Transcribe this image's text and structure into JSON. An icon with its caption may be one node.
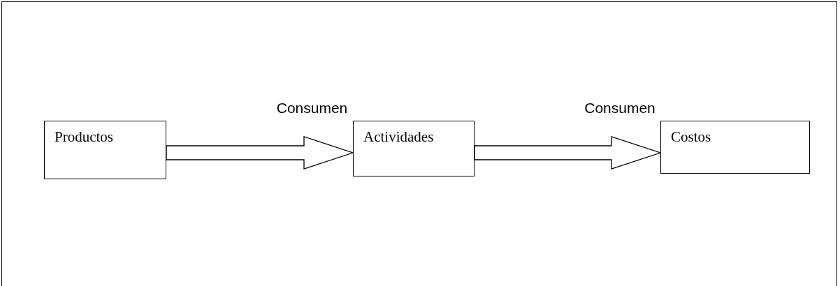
{
  "diagram": {
    "nodes": [
      {
        "text": [
          "Productos"
        ]
      },
      {
        "text": [
          "Actividades"
        ]
      },
      {
        "text": [
          "Costos"
        ]
      }
    ],
    "edges": [
      {
        "from": 0,
        "to": 1,
        "arrow": "to",
        "label": "Consumen"
      },
      {
        "from": 1,
        "to": 2,
        "arrow": "to",
        "label": "Consumen"
      }
    ]
  }
}
